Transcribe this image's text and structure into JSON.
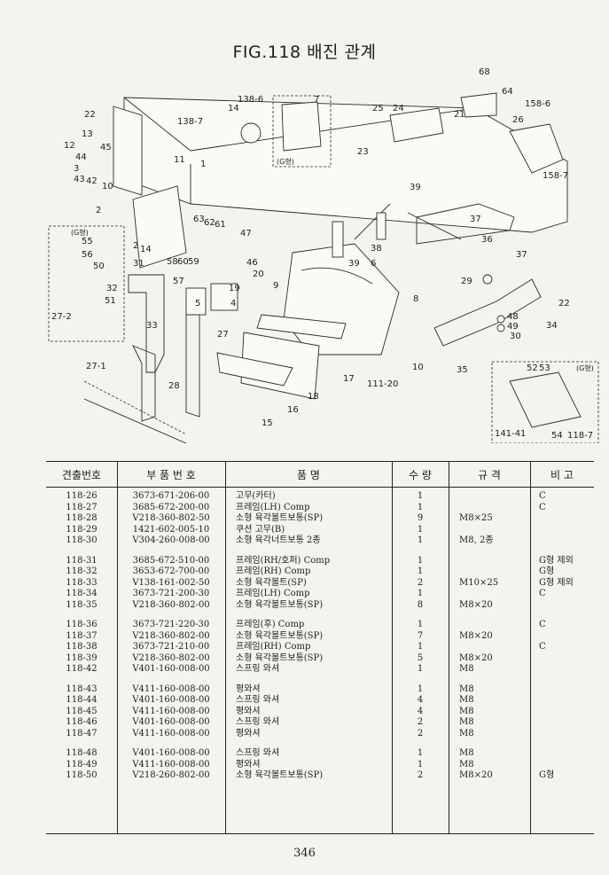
{
  "title": "FIG.118 배진 관계",
  "diagram": {
    "callouts": [
      "1",
      "2",
      "3",
      "4",
      "5",
      "6",
      "7",
      "8",
      "9",
      "10",
      "11",
      "12",
      "13",
      "14",
      "15",
      "16",
      "17",
      "18",
      "19",
      "20",
      "21",
      "22",
      "23",
      "24",
      "25",
      "26",
      "27",
      "28",
      "29",
      "30",
      "31",
      "32",
      "33",
      "34",
      "35",
      "36",
      "37",
      "38",
      "39",
      "42",
      "43",
      "44",
      "45",
      "46",
      "47",
      "48",
      "49",
      "50",
      "51",
      "52",
      "53",
      "54",
      "55",
      "56",
      "57",
      "58",
      "59",
      "60",
      "61",
      "62",
      "63",
      "64",
      "68",
      "111-20",
      "138-6",
      "138-7",
      "158-6",
      "158-7",
      "141-41",
      "118-7",
      "27-1",
      "27-2",
      "(G형)"
    ]
  },
  "table": {
    "headers": [
      "견출번호",
      "부 품 번 호",
      "품 명",
      "수 량",
      "규 격",
      "비 고"
    ],
    "groups": [
      [
        {
          "ref": "118-26",
          "part": "3673-671-206-00",
          "name": "고무(카터)",
          "qty": "1",
          "spec": "",
          "note": "C"
        },
        {
          "ref": "118-27",
          "part": "3685-672-200-00",
          "name": "프레임(LH) Comp",
          "qty": "1",
          "spec": "",
          "note": "C"
        },
        {
          "ref": "118-28",
          "part": "V218-360-802-50",
          "name": "소형 육각볼트보통(SP)",
          "qty": "9",
          "spec": "M8×25",
          "note": ""
        },
        {
          "ref": "118-29",
          "part": "1421-602-005-10",
          "name": "쿠션 고무(B)",
          "qty": "1",
          "spec": "",
          "note": ""
        },
        {
          "ref": "118-30",
          "part": "V304-260-008-00",
          "name": "소형 육각너트보통 2종",
          "qty": "1",
          "spec": "M8, 2종",
          "note": ""
        }
      ],
      [
        {
          "ref": "118-31",
          "part": "3685-672-510-00",
          "name": "프레임(RH/호퍼) Comp",
          "qty": "1",
          "spec": "",
          "note": "G형 제외"
        },
        {
          "ref": "118-32",
          "part": "3653-672-700-00",
          "name": "프레임(RH) Comp",
          "qty": "1",
          "spec": "",
          "note": "G형"
        },
        {
          "ref": "118-33",
          "part": "V138-161-002-50",
          "name": "소형 육각볼트(SP)",
          "qty": "2",
          "spec": "M10×25",
          "note": "G형 제외"
        },
        {
          "ref": "118-34",
          "part": "3673-721-200-30",
          "name": "프레임(LH) Comp",
          "qty": "1",
          "spec": "",
          "note": "C"
        },
        {
          "ref": "118-35",
          "part": "V218-360-802-00",
          "name": "소형 육각볼트보통(SP)",
          "qty": "8",
          "spec": "M8×20",
          "note": ""
        }
      ],
      [
        {
          "ref": "118-36",
          "part": "3673-721-220-30",
          "name": "프레임(후) Comp",
          "qty": "1",
          "spec": "",
          "note": "C"
        },
        {
          "ref": "118-37",
          "part": "V218-360-802-00",
          "name": "소형 육각볼트보통(SP)",
          "qty": "7",
          "spec": "M8×20",
          "note": ""
        },
        {
          "ref": "118-38",
          "part": "3673-721-210-00",
          "name": "프레임(RH) Comp",
          "qty": "1",
          "spec": "",
          "note": "C"
        },
        {
          "ref": "118-39",
          "part": "V218-360-802-00",
          "name": "소형 육각볼트보통(SP)",
          "qty": "5",
          "spec": "M8×20",
          "note": ""
        },
        {
          "ref": "118-42",
          "part": "V401-160-008-00",
          "name": "스프링 와셔",
          "qty": "1",
          "spec": "M8",
          "note": ""
        }
      ],
      [
        {
          "ref": "118-43",
          "part": "V411-160-008-00",
          "name": "평와셔",
          "qty": "1",
          "spec": "M8",
          "note": ""
        },
        {
          "ref": "118-44",
          "part": "V401-160-008-00",
          "name": "스프링 와셔",
          "qty": "4",
          "spec": "M8",
          "note": ""
        },
        {
          "ref": "118-45",
          "part": "V411-160-008-00",
          "name": "평와셔",
          "qty": "4",
          "spec": "M8",
          "note": ""
        },
        {
          "ref": "118-46",
          "part": "V401-160-008-00",
          "name": "스프링 와셔",
          "qty": "2",
          "spec": "M8",
          "note": ""
        },
        {
          "ref": "118-47",
          "part": "V411-160-008-00",
          "name": "평와셔",
          "qty": "2",
          "spec": "M8",
          "note": ""
        }
      ],
      [
        {
          "ref": "118-48",
          "part": "V401-160-008-00",
          "name": "스프링 와셔",
          "qty": "1",
          "spec": "M8",
          "note": ""
        },
        {
          "ref": "118-49",
          "part": "V411-160-008-00",
          "name": "평와셔",
          "qty": "1",
          "spec": "M8",
          "note": ""
        },
        {
          "ref": "118-50",
          "part": "V218-260-802-00",
          "name": "소형 육각볼트보통(SP)",
          "qty": "2",
          "spec": "M8×20",
          "note": "G형"
        }
      ]
    ]
  },
  "page_number": "346"
}
